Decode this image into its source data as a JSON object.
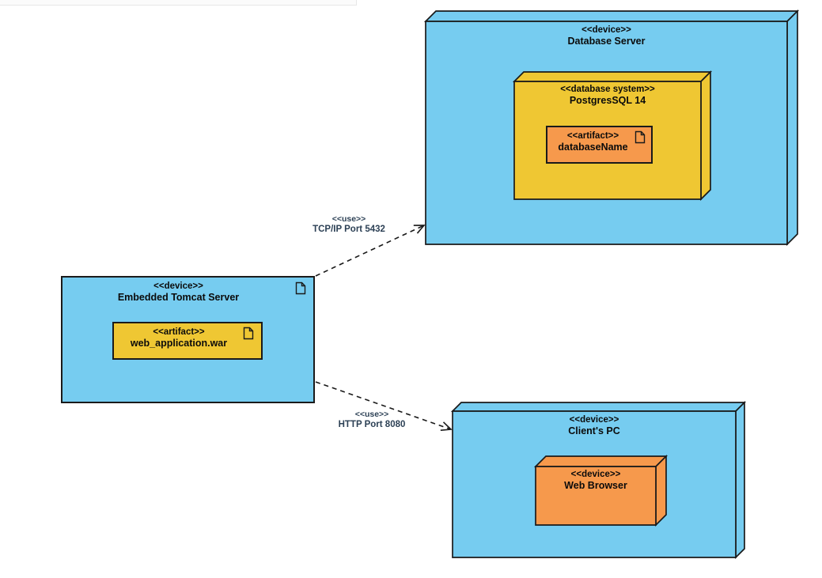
{
  "diagram": {
    "kind": "uml-deployment-diagram",
    "colors": {
      "device_node_fill": "#76ccf0",
      "execution_env_fill": "#efc733",
      "artifact_fill": "#f6994c",
      "outline": "#1a1a1a",
      "node_text": "#0b0b0b",
      "connector_label_text": "#2c4055",
      "background": "#ffffff"
    },
    "icons": {
      "document": "document-icon"
    },
    "nodes": {
      "database_server": {
        "stereotype": "<<device>>",
        "name": "Database Server"
      },
      "postgres": {
        "stereotype": "<<database system>>",
        "name": "PostgresSQL 14"
      },
      "database_artifact": {
        "stereotype": "<<artifact>>",
        "name": "databaseName"
      },
      "tomcat": {
        "stereotype": "<<device>>",
        "name": "Embedded Tomcat Server"
      },
      "war_artifact": {
        "stereotype": "<<artifact>>",
        "name": "web_application.war"
      },
      "client_pc": {
        "stereotype": "<<device>>",
        "name": "Client's PC"
      },
      "web_browser": {
        "stereotype": "<<device>>",
        "name": "Web Browser"
      }
    },
    "connectors": [
      {
        "stereotype": "<<use>>",
        "label": "TCP/IP Port 5432",
        "from": "Embedded Tomcat Server",
        "to": "Database Server",
        "style": "dashed-open-arrow"
      },
      {
        "stereotype": "<<use>>",
        "label": "HTTP Port 8080",
        "from": "Embedded Tomcat Server",
        "to": "Client's PC",
        "style": "dashed-open-arrow"
      }
    ]
  }
}
